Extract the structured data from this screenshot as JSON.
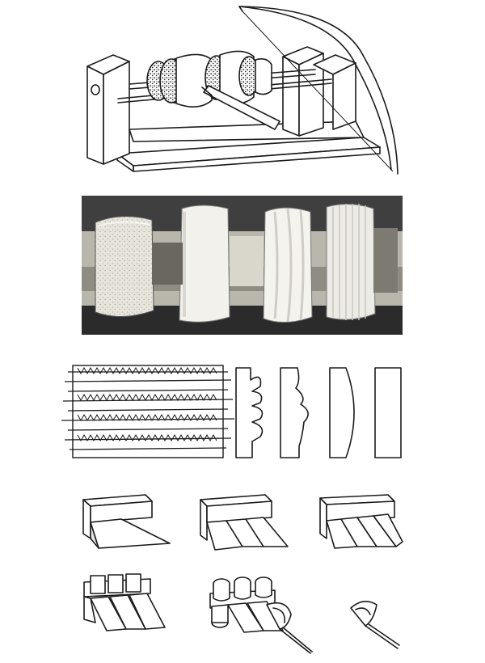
{
  "figure": {
    "background": "#ffffff",
    "ink_color": "#1b1b1b",
    "photo_dark": "#2b2b2b",
    "panels": [
      "bow-lathe-with-grinding-wheels",
      "photo-of-wheels-on-spindle",
      "wheel-profile-sections",
      "cutter-block-row",
      "assembled-tool-row"
    ]
  }
}
